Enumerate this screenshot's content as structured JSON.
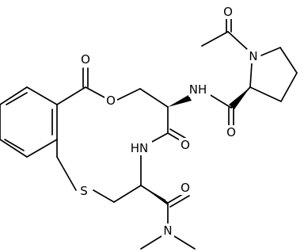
{
  "molecule": {
    "atom_labels": {
      "O_acetyl": "O",
      "N_pyrrolidine": "N",
      "NH_amide_top": "NH",
      "O_amide_pro": "O",
      "O_lactone_carbonyl": "O",
      "O_lactone_ring": "O",
      "HN_macrocycle": "HN",
      "O_macrocycle_amide": "O",
      "S_thioether": "S",
      "O_dimethylamide": "O",
      "N_dimethylamide": "N"
    }
  }
}
